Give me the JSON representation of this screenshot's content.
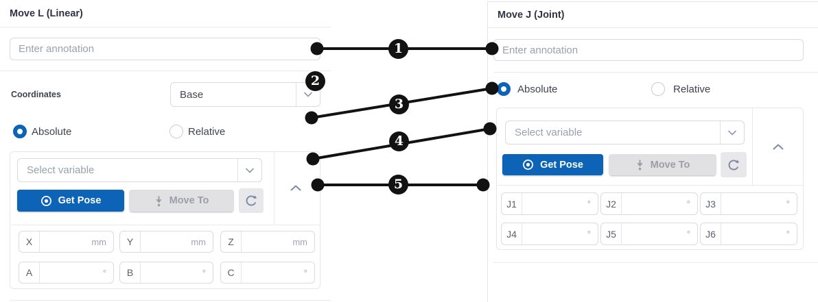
{
  "colors": {
    "primary_blue": "#0d63b5",
    "callout_black": "#121212"
  },
  "left_panel": {
    "title": "Move L (Linear)",
    "annotation_placeholder": "Enter annotation",
    "coordinates_label": "Coordinates",
    "coordinates_value": "Base",
    "mode": {
      "absolute": "Absolute",
      "relative": "Relative",
      "selected": "Absolute"
    },
    "variable_placeholder": "Select variable",
    "get_pose_label": "Get Pose",
    "move_to_label": "Move To",
    "fields": [
      {
        "label": "X",
        "unit": "mm"
      },
      {
        "label": "Y",
        "unit": "mm"
      },
      {
        "label": "Z",
        "unit": "mm"
      },
      {
        "label": "A",
        "unit": "°"
      },
      {
        "label": "B",
        "unit": "°"
      },
      {
        "label": "C",
        "unit": "°"
      }
    ]
  },
  "right_panel": {
    "title": "Move J (Joint)",
    "annotation_placeholder": "Enter annotation",
    "mode": {
      "absolute": "Absolute",
      "relative": "Relative",
      "selected": "Absolute"
    },
    "variable_placeholder": "Select variable",
    "get_pose_label": "Get Pose",
    "move_to_label": "Move To",
    "fields": [
      {
        "label": "J1",
        "unit": "°"
      },
      {
        "label": "J2",
        "unit": "°"
      },
      {
        "label": "J3",
        "unit": "°"
      },
      {
        "label": "J4",
        "unit": "°"
      },
      {
        "label": "J5",
        "unit": "°"
      },
      {
        "label": "J6",
        "unit": "°"
      }
    ]
  },
  "callouts": [
    {
      "label": "1"
    },
    {
      "label": "2"
    },
    {
      "label": "3"
    },
    {
      "label": "4"
    },
    {
      "label": "5"
    }
  ]
}
